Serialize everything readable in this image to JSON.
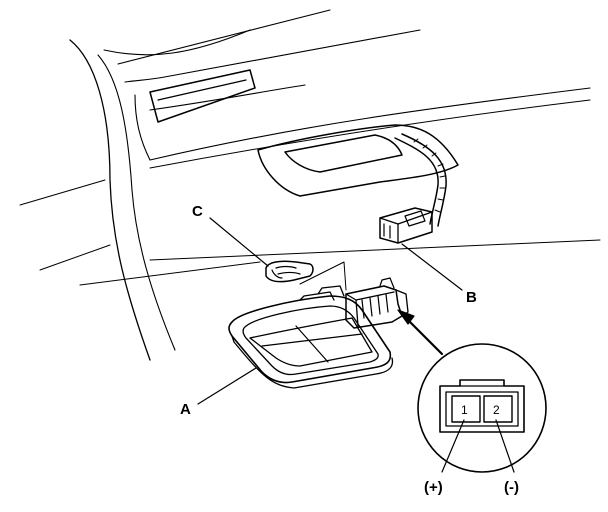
{
  "callouts": {
    "a": "A",
    "b": "B",
    "c": "C"
  },
  "connector": {
    "pin1": "1",
    "pin2": "2",
    "polarity_plus": "(+)",
    "polarity_minus": "(-)"
  }
}
